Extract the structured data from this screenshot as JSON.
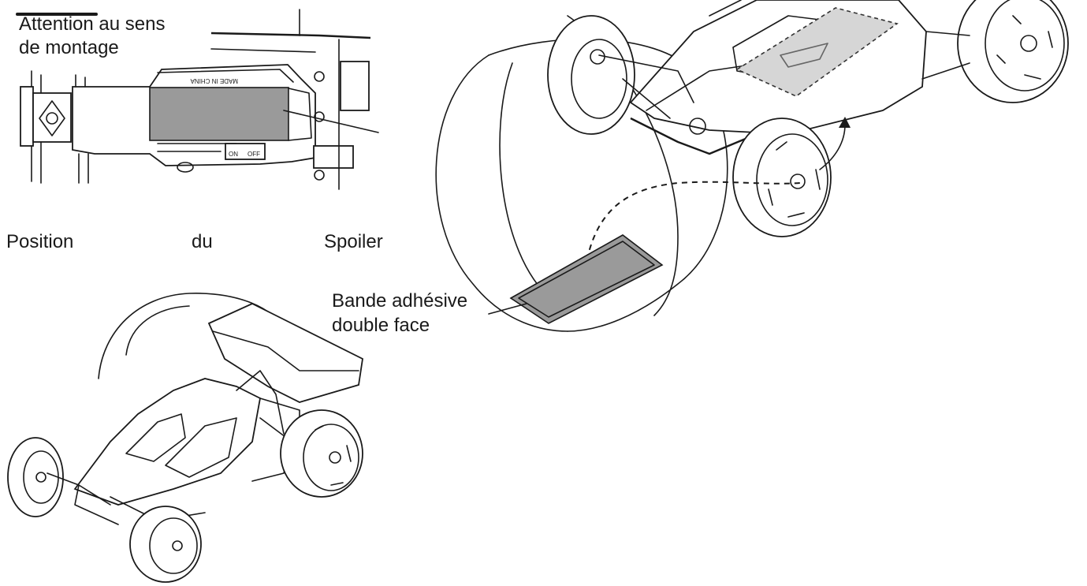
{
  "labels": {
    "mounting_warning": "Attention au sens\nde montage",
    "position_word1": "Position",
    "position_word2": "du",
    "position_word3": "Spoiler",
    "tape": "Bande adhésive\ndouble face"
  },
  "chassis_markings": {
    "made_in": "MADE IN CHINA",
    "on": "ON",
    "off": "OFF"
  },
  "colors": {
    "line": "#1a1a1a",
    "tape_fill": "#9a9a9a",
    "tape_outline_fill": "#d6d6d6"
  }
}
